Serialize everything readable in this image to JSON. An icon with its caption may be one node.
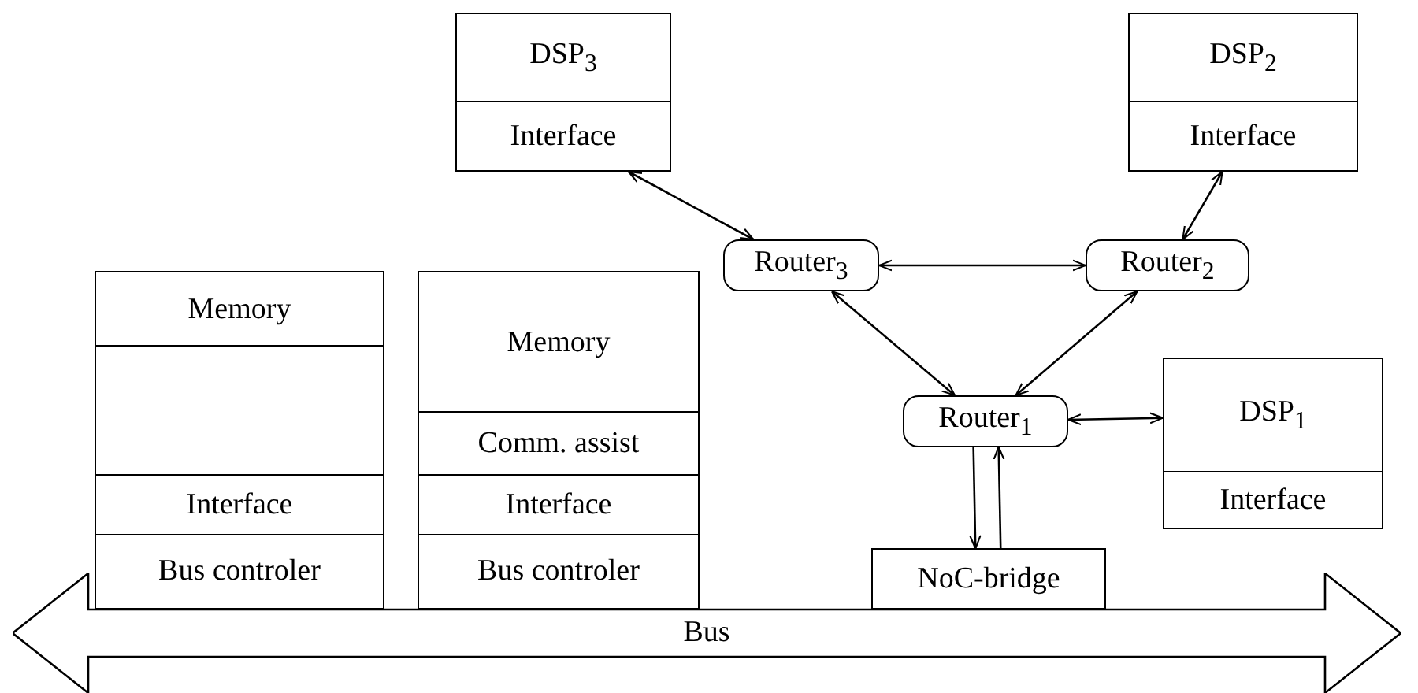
{
  "diagram": {
    "nodes": [
      {
        "text": [
          "DSP$_{3}$"
        ]
      },
      {
        "text": [
          "Interface"
        ]
      },
      {
        "text": [
          "DSP$_{2}$"
        ]
      },
      {
        "text": [
          "Interface"
        ]
      },
      {
        "text": [
          "Router$_{3}$"
        ]
      },
      {
        "text": [
          "Router$_{2}$"
        ]
      },
      {
        "text": [
          "Memory"
        ]
      },
      {
        "text": [],
        "shape": "box"
      },
      {
        "text": [
          "Interface"
        ]
      },
      {
        "text": [
          "Bus controler"
        ]
      },
      {
        "text": [
          "Memory"
        ]
      },
      {
        "text": [
          "Comm. assist"
        ]
      },
      {
        "text": [
          "Interface"
        ]
      },
      {
        "text": [
          "Bus controler"
        ]
      },
      {
        "text": [
          "Router$_{1}$"
        ]
      },
      {
        "text": [
          "DSP$_{1}$"
        ]
      },
      {
        "text": [
          "Interface"
        ]
      },
      {
        "text": [
          "NoC-bridge"
        ]
      },
      {
        "text": [
          "Bus"
        ]
      }
    ],
    "edges": [
      {
        "from": 1,
        "to": 4,
        "arrow": "both"
      },
      {
        "from": 3,
        "to": 5,
        "arrow": "both"
      },
      {
        "from": 4,
        "to": 5,
        "arrow": "both"
      },
      {
        "from": 4,
        "to": 14,
        "arrow": "both"
      },
      {
        "from": 5,
        "to": 14,
        "arrow": "both"
      },
      {
        "from": 14,
        "to": 15,
        "arrow": "both"
      },
      {
        "from": 14,
        "to": 17,
        "arrow": "to"
      },
      {
        "from": 17,
        "to": 14,
        "arrow": "to"
      }
    ]
  }
}
